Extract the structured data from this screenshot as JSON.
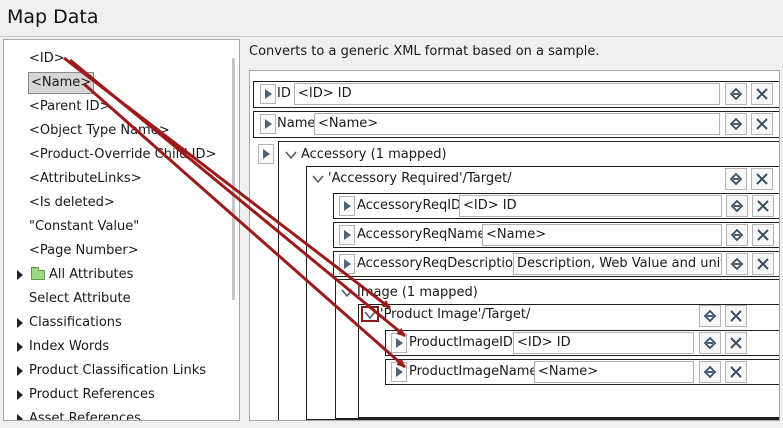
{
  "window": {
    "title": "Map Data"
  },
  "left_panel": {
    "items": [
      {
        "label": "<ID>"
      },
      {
        "label": "<Name>"
      },
      {
        "label": "<Parent ID>"
      },
      {
        "label": "<Object Type Name>"
      },
      {
        "label": "<Product-Override Child ID>"
      },
      {
        "label": "<AttributeLinks>"
      },
      {
        "label": "<Is deleted>"
      },
      {
        "label": "\"Constant Value\""
      },
      {
        "label": "<Page Number>"
      },
      {
        "label": "All Attributes"
      },
      {
        "label": "Select Attribute"
      },
      {
        "label": "Classifications"
      },
      {
        "label": "Index Words"
      },
      {
        "label": "Product Classification Links"
      },
      {
        "label": "Product References"
      },
      {
        "label": "Asset References"
      }
    ]
  },
  "right_panel": {
    "description": "Converts to a generic XML format based on a sample.",
    "rows": {
      "id": {
        "label": "ID",
        "value": "<ID> ID"
      },
      "name": {
        "label": "Name",
        "value": "<Name>"
      },
      "accessory_group": {
        "label": "Accessory (1 mapped)"
      },
      "accessory_target": {
        "label": "'Accessory Required'/Target/"
      },
      "acc_req_id": {
        "label": "AccessoryReqID",
        "value": "<ID> ID"
      },
      "acc_req_name": {
        "label": "AccessoryReqName",
        "value": "<Name>"
      },
      "acc_req_desc": {
        "label": "AccessoryReqDescription",
        "value": "Description, Web Value and unit"
      },
      "image_group": {
        "label": "Image (1 mapped)"
      },
      "image_target": {
        "label": "'Product Image'/Target/"
      },
      "product_image_id": {
        "label": "ProductImageID",
        "value": "<ID> ID"
      },
      "product_image_name": {
        "label": "ProductImageName",
        "value": "<Name>"
      }
    }
  },
  "icons": {
    "edit": "edit-mapping-icon",
    "remove": "remove-icon",
    "expand": "expand-arrow-icon",
    "collapse": "chevron-down-icon"
  },
  "colors": {
    "annotation_arrow": "#9b1b1b",
    "edit_icon": "#3a4e63"
  }
}
